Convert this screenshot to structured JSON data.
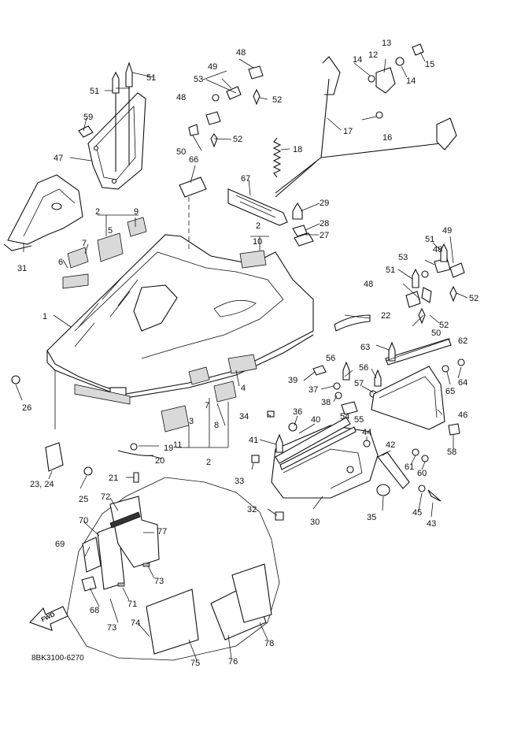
{
  "diagram": {
    "code": "8BK3100-6270",
    "direction_arrow_text": "FWD"
  },
  "callouts": [
    {
      "id": "c1",
      "label": "1"
    },
    {
      "id": "c2a",
      "label": "2"
    },
    {
      "id": "c2b",
      "label": "2"
    },
    {
      "id": "c2c",
      "label": "2"
    },
    {
      "id": "c3",
      "label": "3"
    },
    {
      "id": "c4",
      "label": "4"
    },
    {
      "id": "c5",
      "label": "5"
    },
    {
      "id": "c6",
      "label": "6"
    },
    {
      "id": "c7a",
      "label": "7"
    },
    {
      "id": "c7b",
      "label": "7"
    },
    {
      "id": "c8",
      "label": "8"
    },
    {
      "id": "c9",
      "label": "9"
    },
    {
      "id": "c10",
      "label": "10"
    },
    {
      "id": "c11",
      "label": "11"
    },
    {
      "id": "c12",
      "label": "12"
    },
    {
      "id": "c13",
      "label": "13"
    },
    {
      "id": "c14a",
      "label": "14"
    },
    {
      "id": "c14b",
      "label": "14"
    },
    {
      "id": "c15",
      "label": "15"
    },
    {
      "id": "c16",
      "label": "16"
    },
    {
      "id": "c17",
      "label": "17"
    },
    {
      "id": "c18",
      "label": "18"
    },
    {
      "id": "c19",
      "label": "19"
    },
    {
      "id": "c20",
      "label": "20"
    },
    {
      "id": "c21",
      "label": "21"
    },
    {
      "id": "c22",
      "label": "22"
    },
    {
      "id": "c2324",
      "label": "23, 24"
    },
    {
      "id": "c25",
      "label": "25"
    },
    {
      "id": "c26",
      "label": "26"
    },
    {
      "id": "c27",
      "label": "27"
    },
    {
      "id": "c28",
      "label": "28"
    },
    {
      "id": "c29",
      "label": "29"
    },
    {
      "id": "c30",
      "label": "30"
    },
    {
      "id": "c31",
      "label": "31"
    },
    {
      "id": "c32",
      "label": "32"
    },
    {
      "id": "c33",
      "label": "33"
    },
    {
      "id": "c34",
      "label": "34"
    },
    {
      "id": "c35",
      "label": "35"
    },
    {
      "id": "c36",
      "label": "36"
    },
    {
      "id": "c37",
      "label": "37"
    },
    {
      "id": "c38",
      "label": "38"
    },
    {
      "id": "c39",
      "label": "39"
    },
    {
      "id": "c40",
      "label": "40"
    },
    {
      "id": "c41",
      "label": "41"
    },
    {
      "id": "c42",
      "label": "42"
    },
    {
      "id": "c43",
      "label": "43"
    },
    {
      "id": "c44",
      "label": "44"
    },
    {
      "id": "c45",
      "label": "45"
    },
    {
      "id": "c46",
      "label": "46"
    },
    {
      "id": "c47",
      "label": "47"
    },
    {
      "id": "c48a",
      "label": "48"
    },
    {
      "id": "c48b",
      "label": "48"
    },
    {
      "id": "c48c",
      "label": "48"
    },
    {
      "id": "c48d",
      "label": "48"
    },
    {
      "id": "c49a",
      "label": "49"
    },
    {
      "id": "c49b",
      "label": "49"
    },
    {
      "id": "c50a",
      "label": "50"
    },
    {
      "id": "c50b",
      "label": "50"
    },
    {
      "id": "c51a",
      "label": "51"
    },
    {
      "id": "c51b",
      "label": "51"
    },
    {
      "id": "c51c",
      "label": "51"
    },
    {
      "id": "c51d",
      "label": "51"
    },
    {
      "id": "c52a",
      "label": "52"
    },
    {
      "id": "c52b",
      "label": "52"
    },
    {
      "id": "c52c",
      "label": "52"
    },
    {
      "id": "c52d",
      "label": "52"
    },
    {
      "id": "c53a",
      "label": "53"
    },
    {
      "id": "c53b",
      "label": "53"
    },
    {
      "id": "c54",
      "label": "54"
    },
    {
      "id": "c55",
      "label": "55"
    },
    {
      "id": "c56a",
      "label": "56"
    },
    {
      "id": "c56b",
      "label": "56"
    },
    {
      "id": "c57",
      "label": "57"
    },
    {
      "id": "c58",
      "label": "58"
    },
    {
      "id": "c59",
      "label": "59"
    },
    {
      "id": "c60",
      "label": "60"
    },
    {
      "id": "c61",
      "label": "61"
    },
    {
      "id": "c62",
      "label": "62"
    },
    {
      "id": "c63",
      "label": "63"
    },
    {
      "id": "c64",
      "label": "64"
    },
    {
      "id": "c65",
      "label": "65"
    },
    {
      "id": "c66",
      "label": "66"
    },
    {
      "id": "c67",
      "label": "67"
    },
    {
      "id": "c68",
      "label": "68"
    },
    {
      "id": "c69",
      "label": "69"
    },
    {
      "id": "c70",
      "label": "70"
    },
    {
      "id": "c71",
      "label": "71"
    },
    {
      "id": "c72",
      "label": "72"
    },
    {
      "id": "c73a",
      "label": "73"
    },
    {
      "id": "c73b",
      "label": "73"
    },
    {
      "id": "c74",
      "label": "74"
    },
    {
      "id": "c75",
      "label": "75"
    },
    {
      "id": "c76",
      "label": "76"
    },
    {
      "id": "c77",
      "label": "77"
    },
    {
      "id": "c78",
      "label": "78"
    }
  ]
}
